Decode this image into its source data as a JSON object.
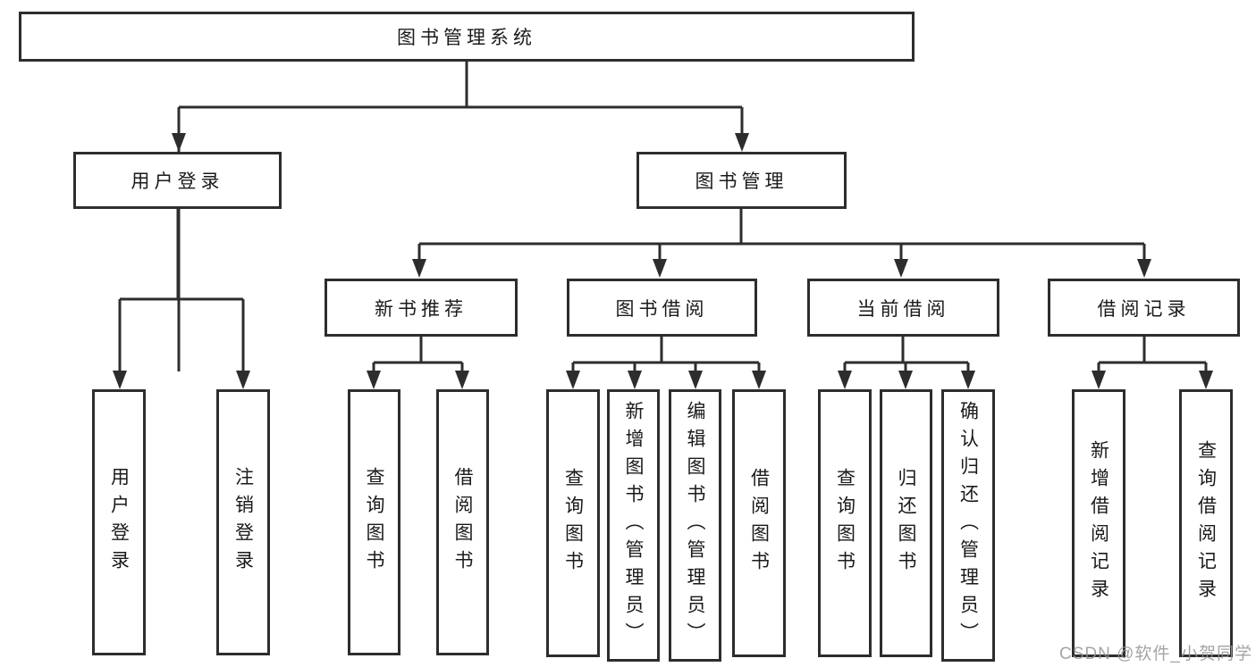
{
  "diagram": {
    "type": "tree",
    "colors": {
      "line": "#2d2d2d",
      "box_border": "#2d2d2d",
      "box_background": "#ffffff",
      "text": "#1a1a1a",
      "watermark": "#949494"
    },
    "tree": {
      "label": "图书管理系统",
      "children": [
        {
          "label": "用户登录",
          "children": [
            {
              "label": "用户登录"
            },
            {
              "label": "注销登录"
            }
          ]
        },
        {
          "label": "图书管理",
          "children": [
            {
              "label": "新书推荐",
              "children": [
                {
                  "label": "查询图书"
                },
                {
                  "label": "借阅图书"
                }
              ]
            },
            {
              "label": "图书借阅",
              "children": [
                {
                  "label": "查询图书"
                },
                {
                  "label": "新增图书（管理员）"
                },
                {
                  "label": "编辑图书（管理员）"
                },
                {
                  "label": "借阅图书"
                }
              ]
            },
            {
              "label": "当前借阅",
              "children": [
                {
                  "label": "查询图书"
                },
                {
                  "label": "归还图书"
                },
                {
                  "label": "确认归还（管理员）"
                }
              ]
            },
            {
              "label": "借阅记录",
              "children": [
                {
                  "label": "新增借阅记录"
                },
                {
                  "label": "查询借阅记录"
                }
              ]
            }
          ]
        }
      ]
    },
    "watermark": "CSDN @软件_小贺同学"
  }
}
